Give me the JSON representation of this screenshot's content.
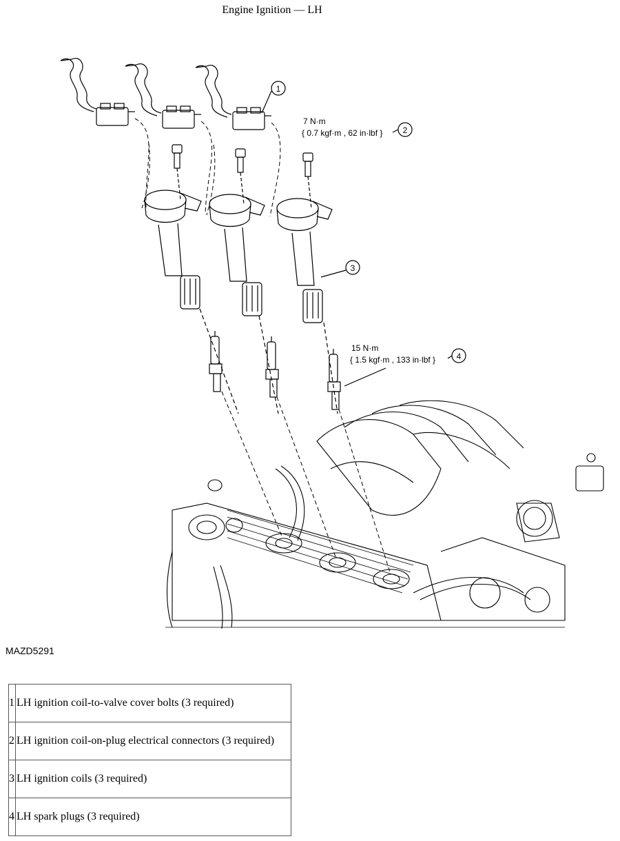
{
  "title": "Engine Ignition — LH",
  "figure_id": "MAZD5291",
  "callouts": {
    "c1": "1",
    "c2": "2",
    "c3": "3",
    "c4": "4",
    "torque1_nm": "7 N·m",
    "torque1_alt": "{ 0.7 kgf·m , 62 in·lbf }",
    "torque2_nm": "15 N·m",
    "torque2_alt": "{ 1.5 kgf·m , 133 in·lbf }"
  },
  "legend": [
    {
      "num": "1",
      "text": "LH ignition coil-to-valve cover bolts (3 required)"
    },
    {
      "num": "2",
      "text": "LH ignition coil-on-plug electrical connectors (3 required)"
    },
    {
      "num": "3",
      "text": "LH ignition coils (3 required)"
    },
    {
      "num": "4",
      "text": "LH spark plugs (3 required)"
    }
  ]
}
